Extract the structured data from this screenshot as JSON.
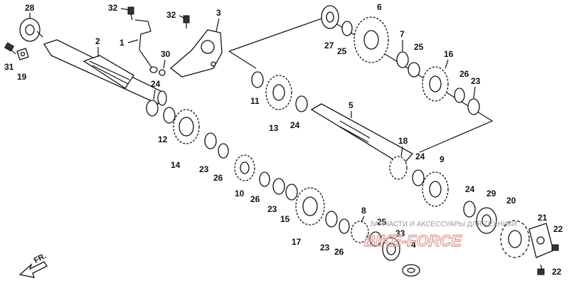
{
  "diagram": {
    "callouts": [
      {
        "id": "c28",
        "text": "28"
      },
      {
        "id": "c31",
        "text": "31"
      },
      {
        "id": "c19",
        "text": "19"
      },
      {
        "id": "c2",
        "text": "2"
      },
      {
        "id": "c32a",
        "text": "32"
      },
      {
        "id": "c32b",
        "text": "32"
      },
      {
        "id": "c1",
        "text": "1"
      },
      {
        "id": "c30",
        "text": "30"
      },
      {
        "id": "c3",
        "text": "3"
      },
      {
        "id": "c24a",
        "text": "24"
      },
      {
        "id": "c12",
        "text": "12"
      },
      {
        "id": "c14",
        "text": "14"
      },
      {
        "id": "c23a",
        "text": "23"
      },
      {
        "id": "c26a",
        "text": "26"
      },
      {
        "id": "c10",
        "text": "10"
      },
      {
        "id": "c26b",
        "text": "26"
      },
      {
        "id": "c23b",
        "text": "23"
      },
      {
        "id": "c15",
        "text": "15"
      },
      {
        "id": "c17",
        "text": "17"
      },
      {
        "id": "c23c",
        "text": "23"
      },
      {
        "id": "c26c",
        "text": "26"
      },
      {
        "id": "c8",
        "text": "8"
      },
      {
        "id": "c25a",
        "text": "25"
      },
      {
        "id": "c33",
        "text": "33"
      },
      {
        "id": "c4",
        "text": "4"
      },
      {
        "id": "c11",
        "text": "11"
      },
      {
        "id": "c13",
        "text": "13"
      },
      {
        "id": "c24b",
        "text": "24"
      },
      {
        "id": "c5",
        "text": "5"
      },
      {
        "id": "c27",
        "text": "27"
      },
      {
        "id": "c25b",
        "text": "25"
      },
      {
        "id": "c6",
        "text": "6"
      },
      {
        "id": "c7",
        "text": "7"
      },
      {
        "id": "c25c",
        "text": "25"
      },
      {
        "id": "c16",
        "text": "16"
      },
      {
        "id": "c26d",
        "text": "26"
      },
      {
        "id": "c23d",
        "text": "23"
      },
      {
        "id": "c18",
        "text": "18"
      },
      {
        "id": "c24c",
        "text": "24"
      },
      {
        "id": "c9",
        "text": "9"
      },
      {
        "id": "c24d",
        "text": "24"
      },
      {
        "id": "c29",
        "text": "29"
      },
      {
        "id": "c20",
        "text": "20"
      },
      {
        "id": "c21",
        "text": "21"
      },
      {
        "id": "c22a",
        "text": "22"
      },
      {
        "id": "c22b",
        "text": "22"
      }
    ],
    "direction_label": "FR.",
    "watermark_text": "ЗАПЧАСТИ И АКСЕССУАРЫ ДЛЯ ТЕХНИКИ",
    "watermark_logo": "BIKE-FORCE"
  },
  "colors": {
    "line": "#111111",
    "watermark_text": "#9a9a9a",
    "watermark_logo": "#e0a0a0"
  }
}
